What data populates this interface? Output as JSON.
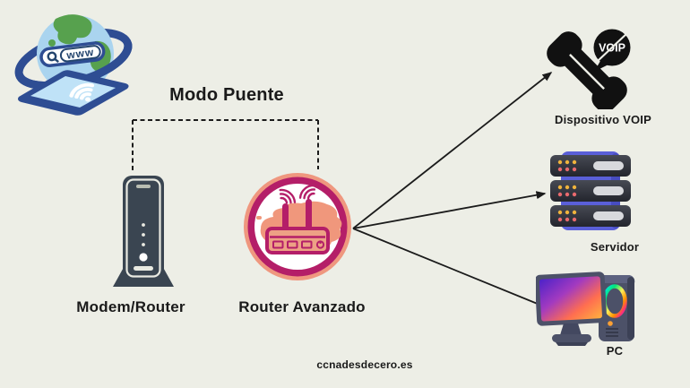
{
  "diagram": {
    "title": "Modo Puente",
    "watermark": "ccnadesdecero.es",
    "internet": {
      "search_text": "www"
    },
    "modem": {
      "label": "Modem/Router"
    },
    "router": {
      "label": "Router Avanzado"
    },
    "devices": {
      "voip": {
        "label": "Dispositivo VOIP",
        "badge": "VOIP"
      },
      "server": {
        "label": "Servidor"
      },
      "pc": {
        "label": "PC"
      }
    },
    "colors": {
      "background": "#edeee6",
      "line": "#1b1b1b",
      "router_ring_outer": "#ef977f",
      "router_ring": "#b41e68",
      "router_splash": "#f0977c",
      "device_dark": "#3a4551",
      "server_chassis_blue": "#5a5fd8",
      "led_yellow": "#f0b43c",
      "led_red": "#e96a6e",
      "globe_blue": "#aad4ef",
      "continent_green": "#57a14e",
      "orbit_blue": "#2e4d93",
      "pc_slate": "#4c5168"
    }
  }
}
